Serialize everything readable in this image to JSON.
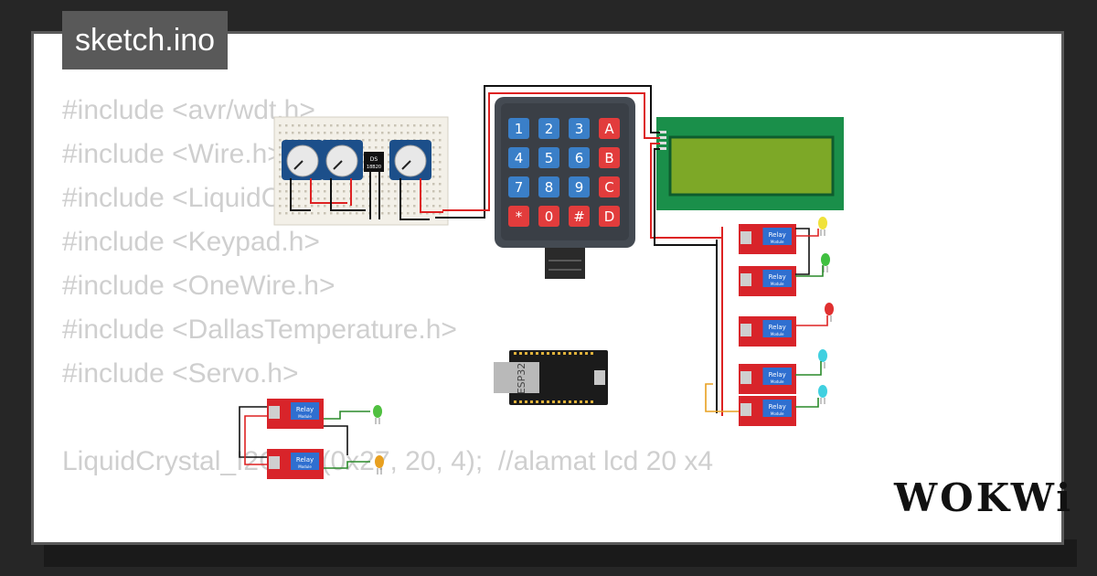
{
  "header": {
    "filename": "sketch.ino"
  },
  "code_lines": [
    "#include <avr/wdt.h>",
    "#include <Wire.h>",
    "#include <LiquidCrystal_I2C.h>",
    "#include <Keypad.h>",
    "#include <OneWire.h>",
    "#include <DallasTemperature.h>",
    "#include <Servo.h>",
    "",
    "LiquidCrystal_I2C lcd(0x27, 20, 4);  //alamat lcd 20 x4"
  ],
  "keypad": {
    "keys": [
      "1",
      "2",
      "3",
      "A",
      "4",
      "5",
      "6",
      "B",
      "7",
      "8",
      "9",
      "C",
      "*",
      "0",
      "#",
      "D"
    ]
  },
  "sensor_label": [
    "DS",
    "18B20"
  ],
  "esp32_label": "ESP32",
  "relay": {
    "label": "Relay",
    "sub": "Module"
  },
  "brand": "WOKWi",
  "colors": {
    "background": "#262626",
    "keypad_blue": "#3a7fc8",
    "keypad_red": "#e23c3c",
    "lcd_green": "#1a8f4a",
    "lcd_screen": "#7da827",
    "relay_red": "#d8242a"
  }
}
